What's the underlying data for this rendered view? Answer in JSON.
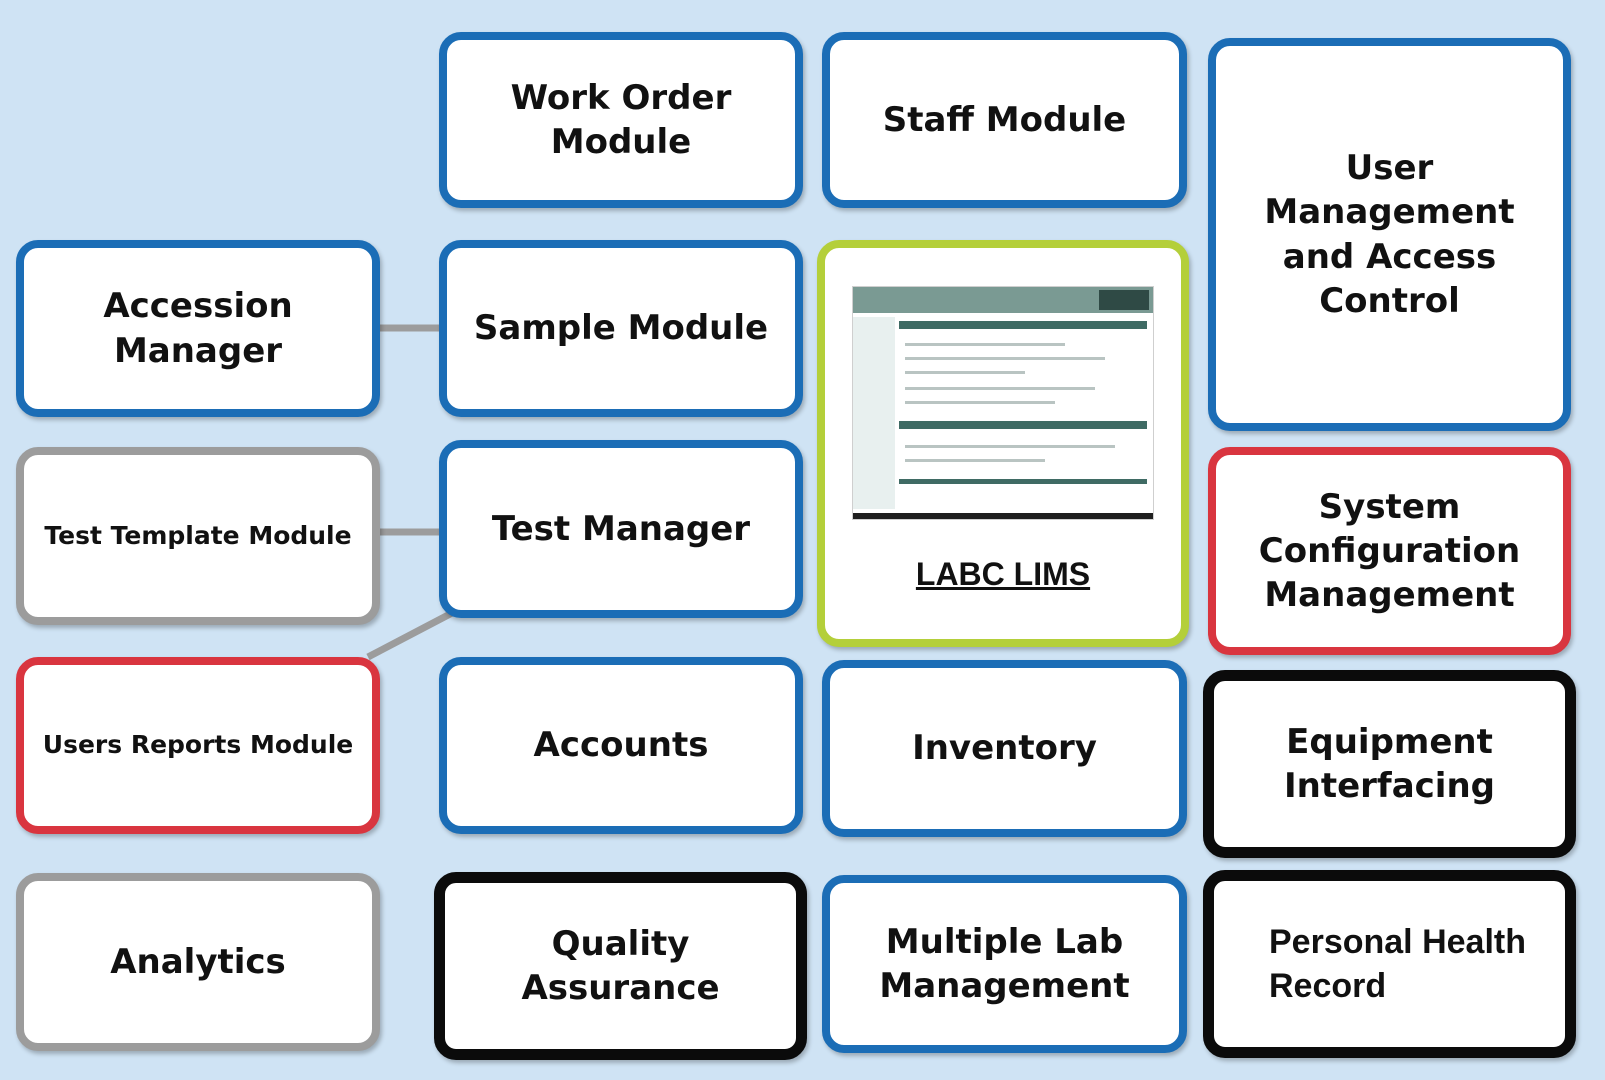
{
  "modules": {
    "work_order": "Work Order\nModule",
    "staff": "Staff Module",
    "user_mgmt": "User\nManagement\nand Access\nControl",
    "accession": "Accession\nManager",
    "sample": "Sample Module",
    "test_template": "Test Template Module",
    "test_manager": "Test Manager",
    "system_config": "System\nConfiguration\nManagement",
    "users_reports": "Users Reports Module",
    "accounts": "Accounts",
    "inventory": "Inventory",
    "equipment": "Equipment\nInterfacing",
    "analytics": "Analytics",
    "quality": "Quality\nAssurance",
    "multilab": "Multiple Lab\nManagement",
    "phr": "Personal Health\nRecord"
  },
  "center": {
    "label": "LABC LIMS",
    "screenshot_icon": "lims-screenshot-thumbnail"
  },
  "colors": {
    "background": "#cfe3f4",
    "blue": "#1b6db6",
    "grey": "#9c9c9c",
    "red": "#d9353f",
    "black": "#0b0b0b",
    "green": "#b4cf3a"
  }
}
